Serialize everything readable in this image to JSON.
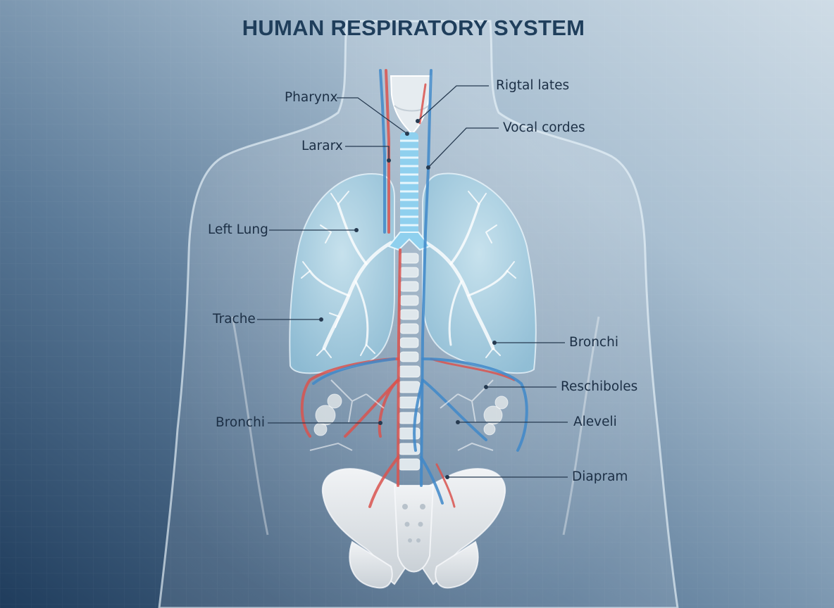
{
  "title": "HUMAN RESPIRATORY SYSTEM",
  "labels": {
    "pharynx": "Pharynx",
    "rigtal_lates": "Rigtal lates",
    "vocal_cordes": "Vocal cordes",
    "lararx": "Lararx",
    "left_lung": "Left Lung",
    "trache": "Trache",
    "bronchi_right": "Bronchi",
    "reschiboles": "Reschiboles",
    "bronchi_left": "Bronchi",
    "aleveli": "Aleveli",
    "diapram": "Diapram"
  },
  "colors": {
    "background_light": "#c3d3e0",
    "background_dark": "#1f3c5c",
    "title": "#1f3e5b",
    "label_text": "#1c2f45",
    "leader_line": "#263a50",
    "artery_red": "#d9534f",
    "vein_blue": "#3f88c9",
    "lung_fill": "#a9d1e4",
    "bone": "#dfe4e8"
  }
}
